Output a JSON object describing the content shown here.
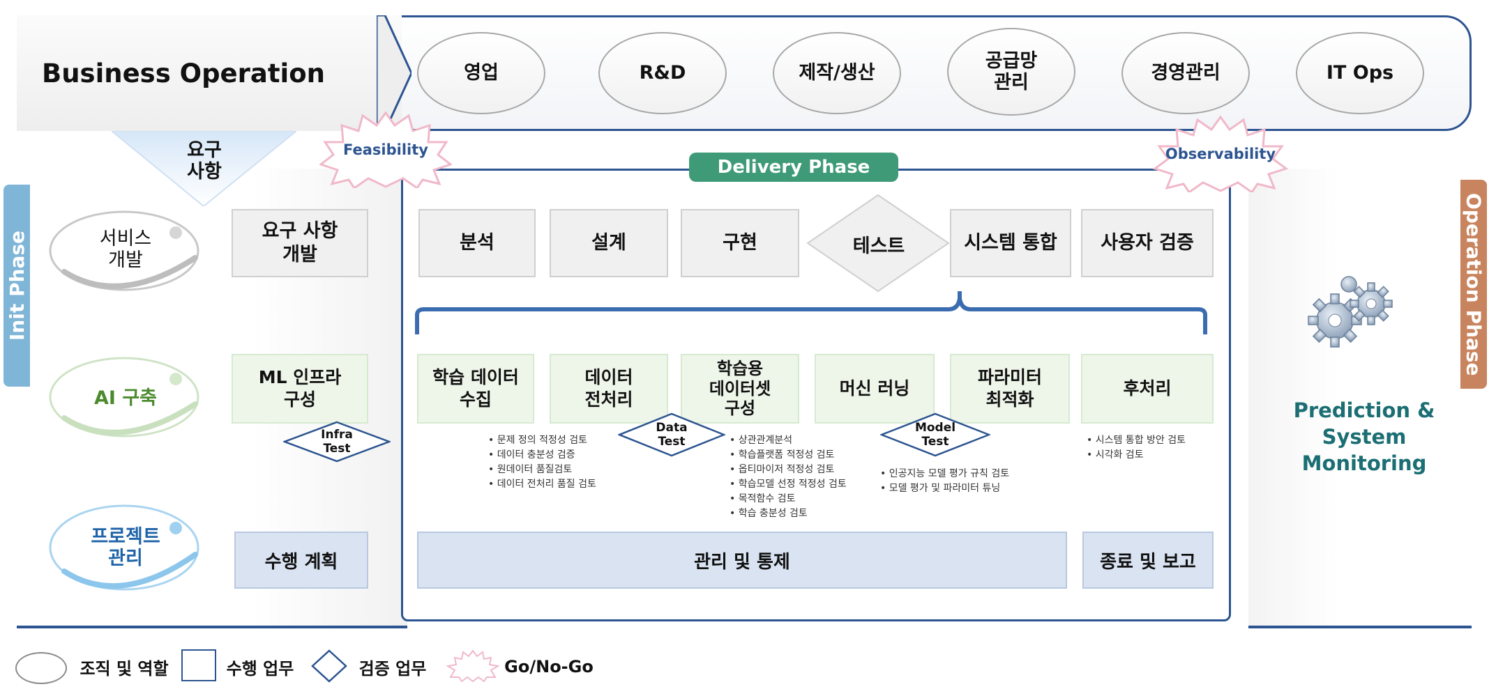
{
  "business": {
    "title": "Business Operation",
    "units": [
      "영업",
      "R&D",
      "제작/생산",
      "공급망\n관리",
      "경영관리",
      "IT Ops"
    ]
  },
  "requirements_arrow": "요구\n사항",
  "badges": {
    "feasibility": "Feasibility",
    "observability": "Observability"
  },
  "phases": {
    "init": "Init Phase",
    "delivery": "Delivery Phase",
    "operation": "Operation Phase"
  },
  "roles": {
    "service": "서비스\n개발",
    "ai": "AI 구축",
    "pm": "프로젝트\n관리"
  },
  "init_tasks": {
    "req": "요구 사항\n개발",
    "ml_infra": "ML 인프라\n구성",
    "plan": "수행 계획"
  },
  "gates": {
    "infra": "Infra\nTest",
    "data": "Data\nTest",
    "model": "Model\nTest"
  },
  "delivery_top": [
    "분석",
    "설계",
    "구현",
    "테스트",
    "시스템 통합",
    "사용자 검증"
  ],
  "delivery_ai": [
    "학습 데이터\n수집",
    "데이터\n전처리",
    "학습용\n데이터셋\n구성",
    "머신 러닝",
    "파라미터\n최적화",
    "후처리"
  ],
  "notes": {
    "data": [
      "문제 정의 적정성 검토",
      "데이터 충분성 검증",
      "원데이터 품질검토",
      "데이터 전처리 품질 검토"
    ],
    "dataset": [
      "상관관계분석",
      "학습플랫폼 적정성 검토",
      "옵티마이저 적정성 검토",
      "학습모델 선정 적정성 검토",
      "목적함수 검토",
      "학습 충분성 검토"
    ],
    "model": [
      "인공지능 모델 평가 규칙 검토",
      "모델 평가 및 파라미터 튜닝"
    ],
    "post": [
      "시스템 통합 방안 검토",
      "시각화 검토"
    ]
  },
  "pm_tasks": {
    "control": "관리 및 통제",
    "close": "종료 및 보고"
  },
  "operation": {
    "title": "Prediction & System\nMonitoring"
  },
  "legend": {
    "org": "조직 및 역할",
    "task": "수행 업무",
    "verify": "검증 업무",
    "gonogo": "Go/No-Go"
  },
  "colors": {
    "navy": "#2c5490",
    "green": "#3f9b77",
    "teal": "#1b6e73",
    "blue_tab": "#7fb5d6",
    "orange_tab": "#c8845e"
  }
}
